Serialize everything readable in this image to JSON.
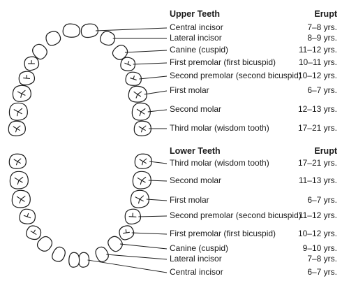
{
  "upper": {
    "title": "Upper Teeth",
    "erupt_label": "Erupt",
    "rows": [
      {
        "name": "Central incisor",
        "erupt": "7–8 yrs."
      },
      {
        "name": "Lateral incisor",
        "erupt": "8–9 yrs."
      },
      {
        "name": "Canine (cuspid)",
        "erupt": "11–12 yrs."
      },
      {
        "name": "First premolar (first bicuspid)",
        "erupt": "10–11 yrs."
      },
      {
        "name": "Second premolar (second bicuspid)",
        "erupt": "10–12 yrs."
      },
      {
        "name": "First molar",
        "erupt": "6–7 yrs."
      },
      {
        "name": "Second molar",
        "erupt": "12–13 yrs."
      },
      {
        "name": "Third molar (wisdom tooth)",
        "erupt": "17–21 yrs."
      }
    ]
  },
  "lower": {
    "title": "Lower Teeth",
    "erupt_label": "Erupt",
    "rows": [
      {
        "name": "Third molar (wisdom tooth)",
        "erupt": "17–21 yrs."
      },
      {
        "name": "Second molar",
        "erupt": "11–13 yrs."
      },
      {
        "name": "First molar",
        "erupt": "6–7 yrs."
      },
      {
        "name": "Second premolar (second bicuspid)",
        "erupt": "11–12 yrs."
      },
      {
        "name": "First premolar (first bicuspid)",
        "erupt": "10–12 yrs."
      },
      {
        "name": "Canine (cuspid)",
        "erupt": "9–10 yrs."
      },
      {
        "name": "Lateral incisor",
        "erupt": "7–8 yrs."
      },
      {
        "name": "Central incisor",
        "erupt": "6–7 yrs."
      }
    ]
  },
  "colors": {
    "line": "#1a1a1a",
    "tooth_fill": "#ffffff"
  }
}
